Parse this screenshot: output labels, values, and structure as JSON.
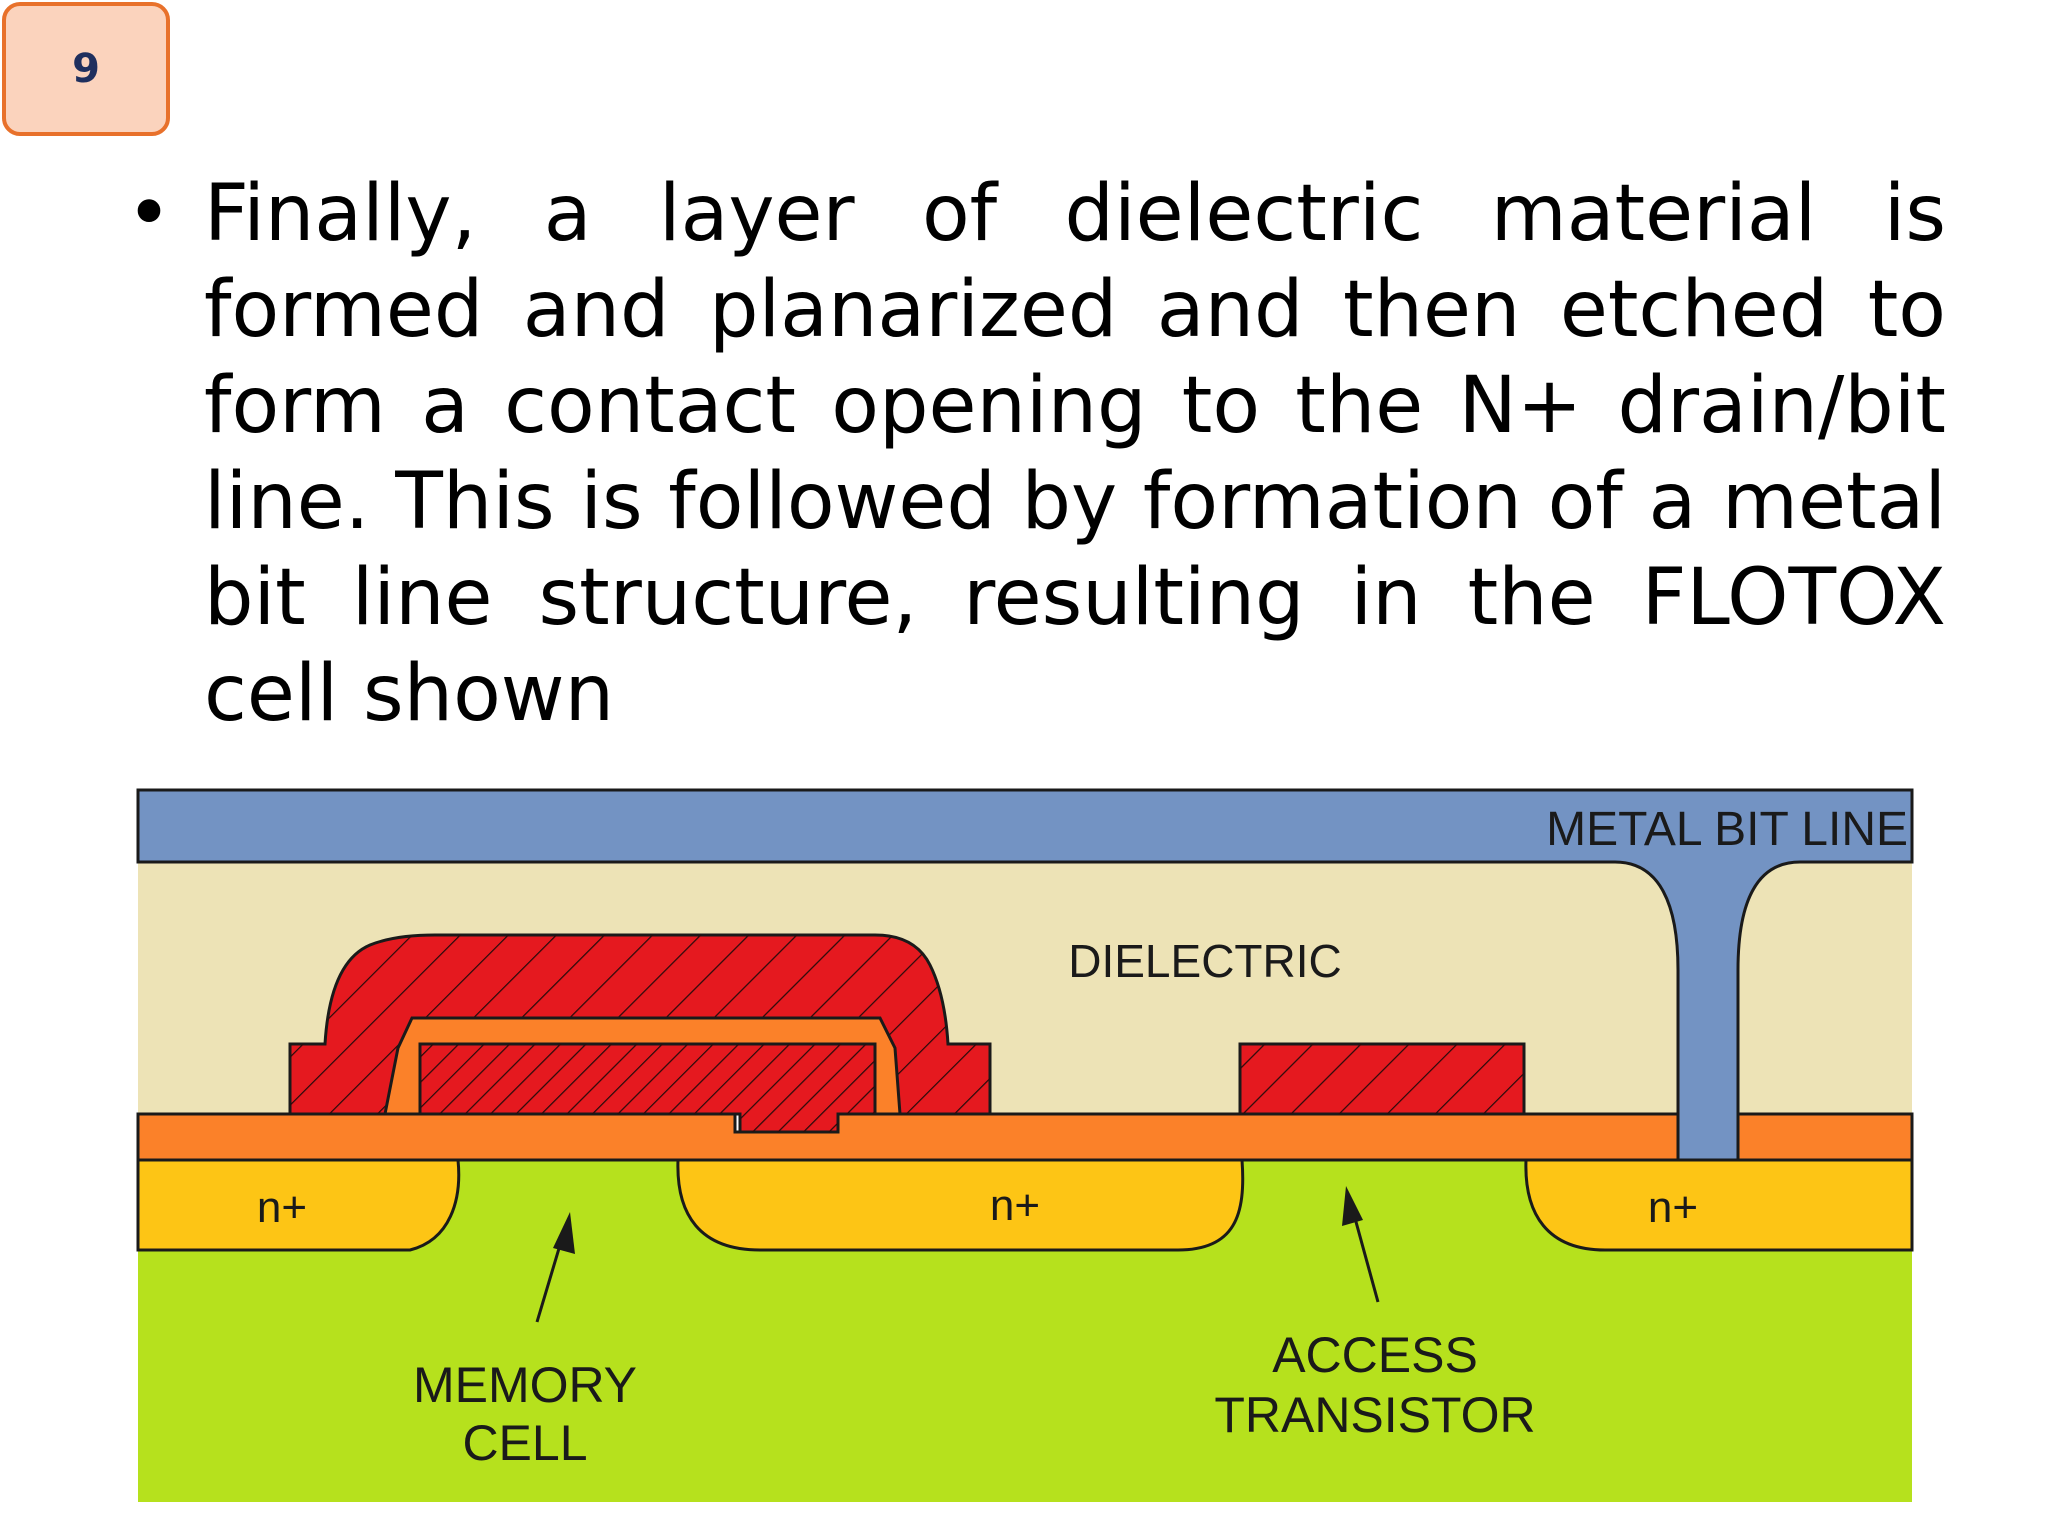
{
  "slide": {
    "number": "9"
  },
  "bullet": {
    "marker": "•",
    "text": "Finally, a layer of dielectric material is formed and planarized and then etched to form a contact opening to the N+ drain/bit line. This is followed by formation of a metal bit line structure, resulting in the FLOTOX cell shown"
  },
  "diagram": {
    "labels": {
      "metal_bit_line": "METAL BIT LINE",
      "dielectric": "DIELECTRIC",
      "n_plus": "n+",
      "memory_cell_line1": "MEMORY",
      "memory_cell_line2": "CELL",
      "access_transistor_line1": "ACCESS",
      "access_transistor_line2": "TRANSISTOR"
    },
    "colors": {
      "metal": "#7393c3",
      "dielectric": "#ede3b6",
      "polysilicon": "#e5191f",
      "oxide": "#fb8129",
      "n_plus": "#fdc515",
      "substrate": "#b6e11d"
    }
  }
}
